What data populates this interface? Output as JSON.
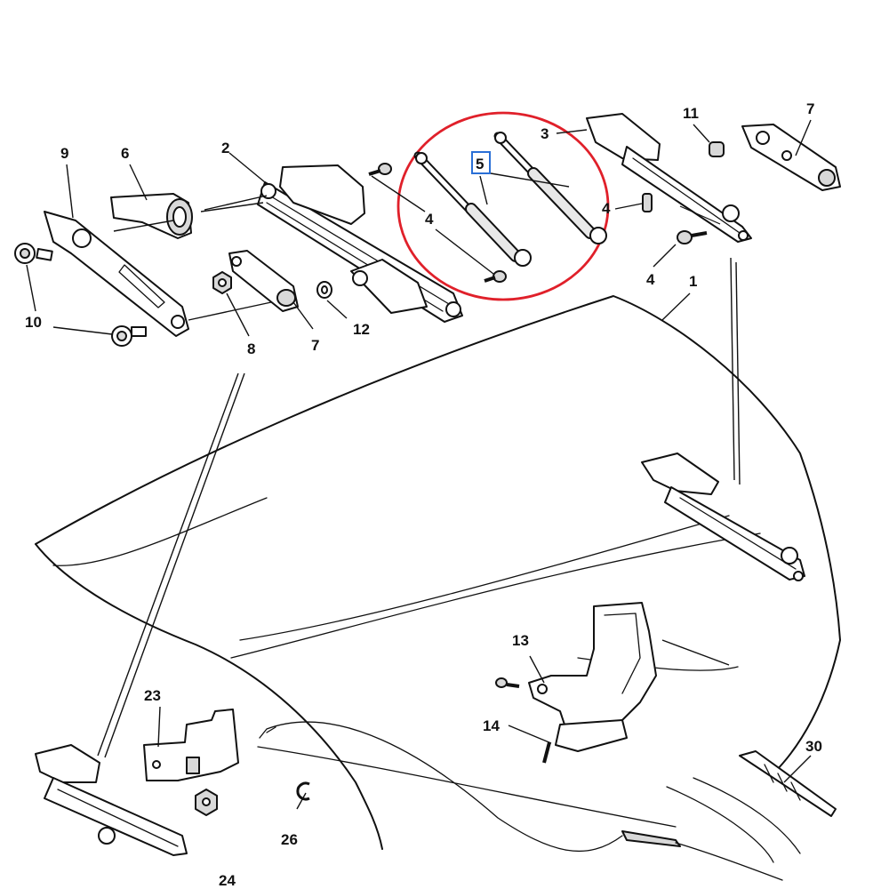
{
  "callouts": {
    "c1": "1",
    "c2": "2",
    "c3": "3",
    "c4a": "4",
    "c4b": "4",
    "c4c": "4",
    "c5": "5",
    "c6": "6",
    "c7a": "7",
    "c7b": "7",
    "c8": "8",
    "c9": "9",
    "c10": "10",
    "c11": "11",
    "c12": "12",
    "c13": "13",
    "c14": "14",
    "c23": "23",
    "c24": "24",
    "c26": "26",
    "c30": "30"
  },
  "colors": {
    "highlight_circle": "#e0202a",
    "selected_box": "#2a6fd6",
    "ink": "#111111"
  },
  "highlight": {
    "selected_part": "5"
  }
}
